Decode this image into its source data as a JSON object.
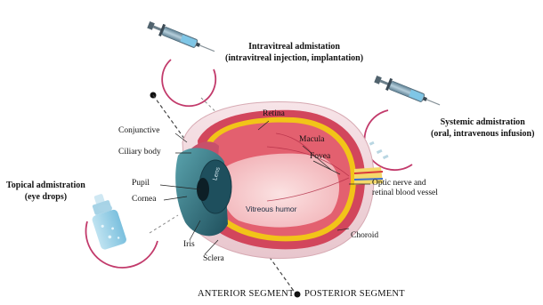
{
  "routes": {
    "intravitreal": {
      "title": "Intravitreal admistation",
      "subtitle": "(intravitreal injection, implantation)"
    },
    "systemic": {
      "title": "Systemic admistration",
      "subtitle": "(oral, intravenous infusion)"
    },
    "topical": {
      "title": "Topical admistration",
      "subtitle": "(eye drops)"
    }
  },
  "labels": {
    "retina": "Retina",
    "conjunctive": "Conjunctive",
    "ciliary_body": "Ciliary body",
    "macula": "Macula",
    "fovea": "Fovea",
    "optic_nerve": "Optic nerve and",
    "optic_nerve_2": "retinal blood vessel",
    "pupil": "Pupil",
    "cornea": "Cornea",
    "lens": "Lens",
    "vitreous_humor": "Vitreous humor",
    "choroid": "Choroid",
    "iris": "Iris",
    "sclera": "Sclera"
  },
  "segments": {
    "anterior": "ANTERIOR SEGMENT",
    "posterior": "POSTERIOR SEGMENT"
  },
  "colors": {
    "ring": "#c23a6b",
    "sclera": "#f3d9de",
    "choroid": "#d2465c",
    "retina_yellow": "#f2c418",
    "cornea": "#2b6c7a",
    "vitreous": "#f7c9c9",
    "syringe_barrel": "#8fb2c6",
    "drug_fluid": "#7fc6e6"
  }
}
